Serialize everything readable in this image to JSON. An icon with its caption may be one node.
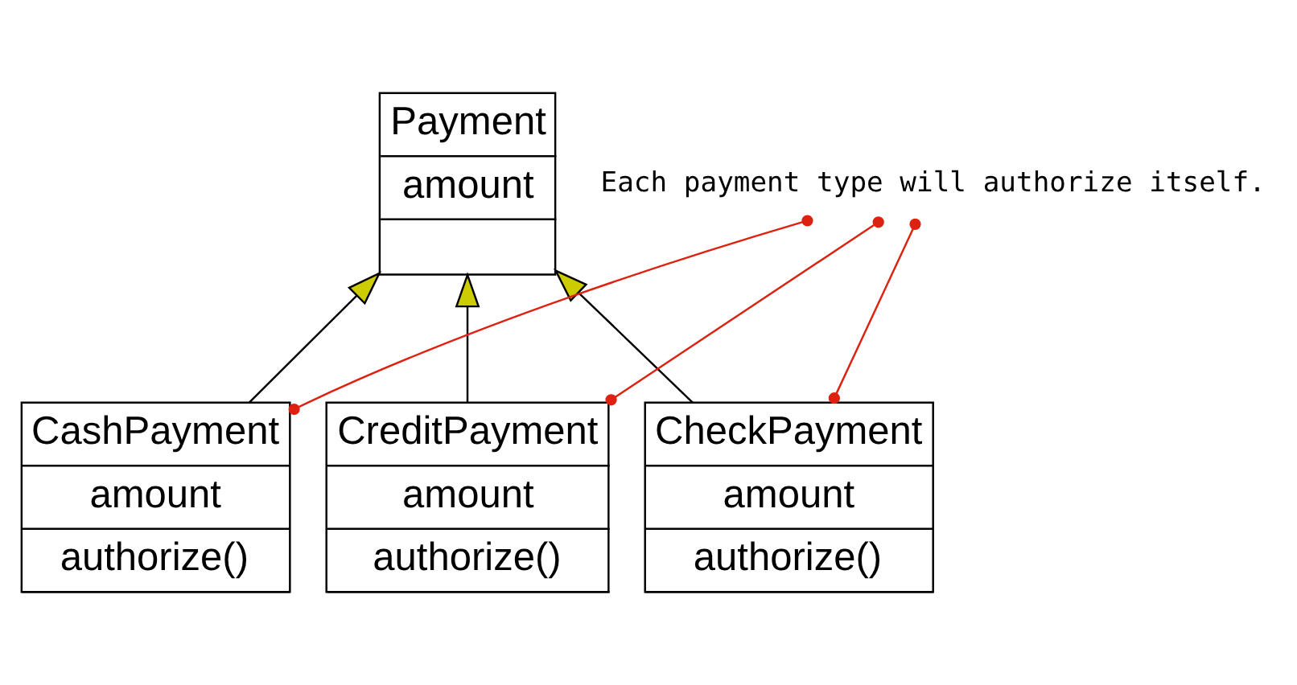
{
  "diagram": {
    "nodes": [
      {
        "text": [
          "Payment",
          "amount"
        ]
      },
      {
        "text": [
          "CashPayment",
          "amount",
          "authorize()"
        ]
      },
      {
        "text": [
          "CreditPayment",
          "amount",
          "authorize()"
        ]
      },
      {
        "text": [
          "CheckPayment",
          "amount",
          "authorize()"
        ]
      },
      {
        "text": [
          "Each payment type will authorize itself."
        ]
      }
    ],
    "edges": [
      {
        "from": 1,
        "to": 0,
        "arrow": "to"
      },
      {
        "from": 2,
        "to": 0,
        "arrow": "to"
      },
      {
        "from": 3,
        "to": 0,
        "arrow": "to"
      },
      {
        "from": 4,
        "to": 1,
        "arrow": "other",
        "color": "#dd2211"
      },
      {
        "from": 4,
        "to": 2,
        "arrow": "other",
        "color": "#dd2211"
      },
      {
        "from": 4,
        "to": 3,
        "arrow": "other",
        "color": "#dd2211"
      }
    ]
  }
}
